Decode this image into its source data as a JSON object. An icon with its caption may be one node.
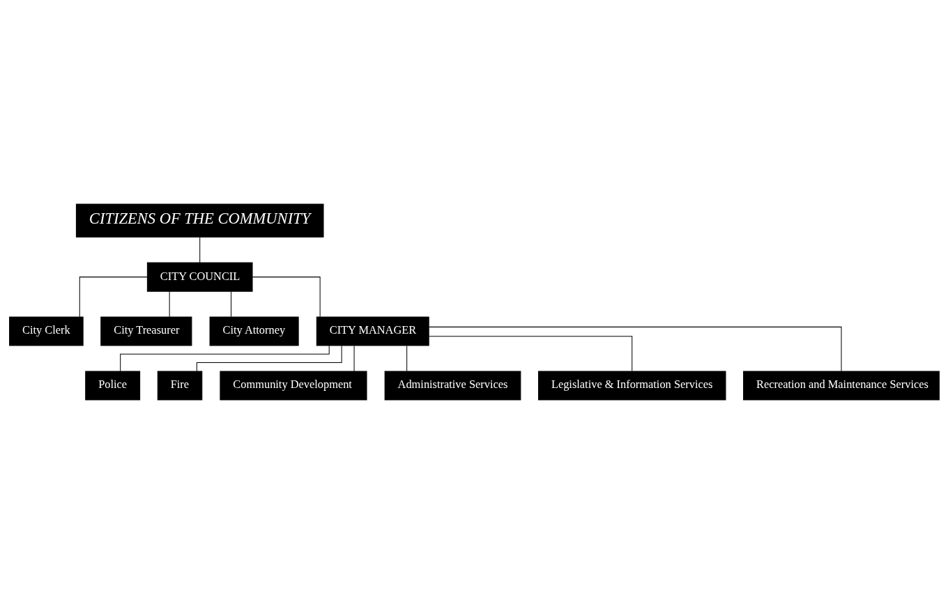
{
  "diagram": {
    "nodes": [
      {
        "text": [
          "CITIZENS OF THE COMMUNITY"
        ]
      },
      {
        "text": [
          "CITY COUNCIL"
        ]
      },
      {
        "text": [
          "City Clerk"
        ]
      },
      {
        "text": [
          "City Treasurer"
        ]
      },
      {
        "text": [
          "City Attorney"
        ]
      },
      {
        "text": [
          "CITY MANAGER"
        ]
      },
      {
        "text": [
          "Police"
        ]
      },
      {
        "text": [
          "Fire"
        ]
      },
      {
        "text": [
          "Community Development"
        ]
      },
      {
        "text": [
          "Administrative Services"
        ]
      },
      {
        "text": [
          "Legislative & Information Services"
        ]
      },
      {
        "text": [
          "Recreation and Maintenance Services"
        ]
      }
    ],
    "edges": [
      {
        "from": 0,
        "to": 1,
        "arrow": "none"
      },
      {
        "from": 1,
        "to": 2,
        "arrow": "none"
      },
      {
        "from": 1,
        "to": 3,
        "arrow": "none"
      },
      {
        "from": 1,
        "to": 4,
        "arrow": "none"
      },
      {
        "from": 1,
        "to": 5,
        "arrow": "none"
      },
      {
        "from": 5,
        "to": 6,
        "arrow": "none"
      },
      {
        "from": 5,
        "to": 7,
        "arrow": "none"
      },
      {
        "from": 5,
        "to": 8,
        "arrow": "none"
      },
      {
        "from": 5,
        "to": 9,
        "arrow": "none"
      },
      {
        "from": 5,
        "to": 10,
        "arrow": "none"
      },
      {
        "from": 5,
        "to": 11,
        "arrow": "none"
      }
    ]
  }
}
